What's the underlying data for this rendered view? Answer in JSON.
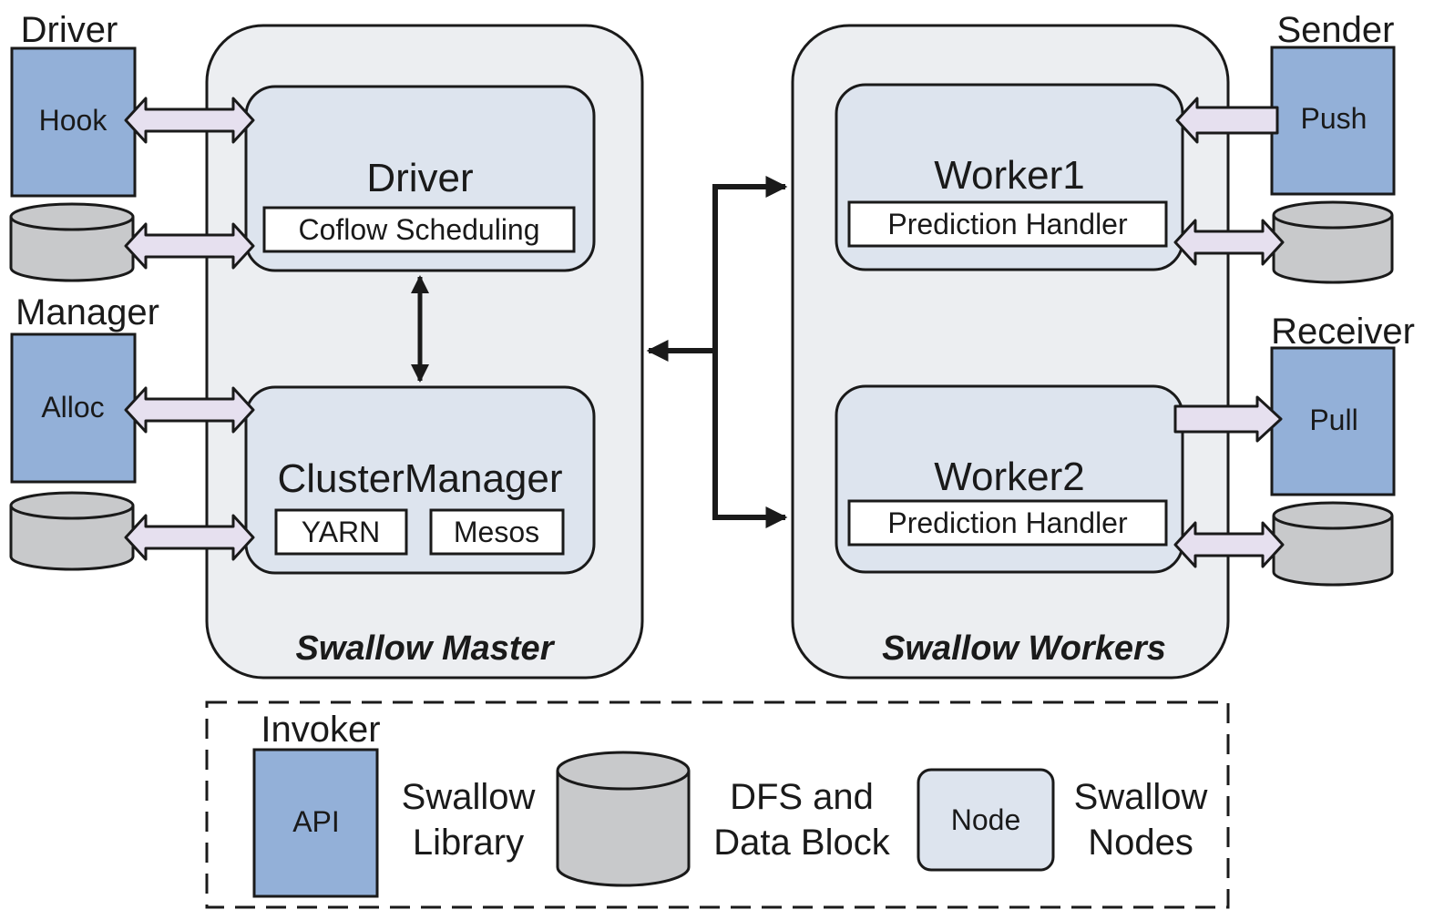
{
  "left": {
    "driver_caption": "Driver",
    "driver_box": "Hook",
    "manager_caption": "Manager",
    "manager_box": "Alloc"
  },
  "master": {
    "title": "Swallow Master",
    "driver_node": {
      "title": "Driver",
      "sub": "Coflow Scheduling"
    },
    "cluster_node": {
      "title": "ClusterManager",
      "subs": [
        "YARN",
        "Mesos"
      ]
    }
  },
  "workers": {
    "title": "Swallow Workers",
    "worker1": {
      "title": "Worker1",
      "sub": "Prediction Handler"
    },
    "worker2": {
      "title": "Worker2",
      "sub": "Prediction Handler"
    }
  },
  "right": {
    "sender_caption": "Sender",
    "sender_box": "Push",
    "receiver_caption": "Receiver",
    "receiver_box": "Pull"
  },
  "legend": {
    "invoker_caption": "Invoker",
    "api_box": "API",
    "library_line1": "Swallow",
    "library_line2": "Library",
    "dfs_line1": "DFS and",
    "dfs_line2": "Data Block",
    "node_box": "Node",
    "nodes_line1": "Swallow",
    "nodes_line2": "Nodes"
  },
  "colors": {
    "library_blue": "#93b0d8",
    "node_fill": "#dde4ee",
    "container_fill": "#eceef1",
    "disk_gray": "#c8c9cb",
    "arrow_fill": "#e6e0ef",
    "stroke": "#1a1a1a"
  }
}
